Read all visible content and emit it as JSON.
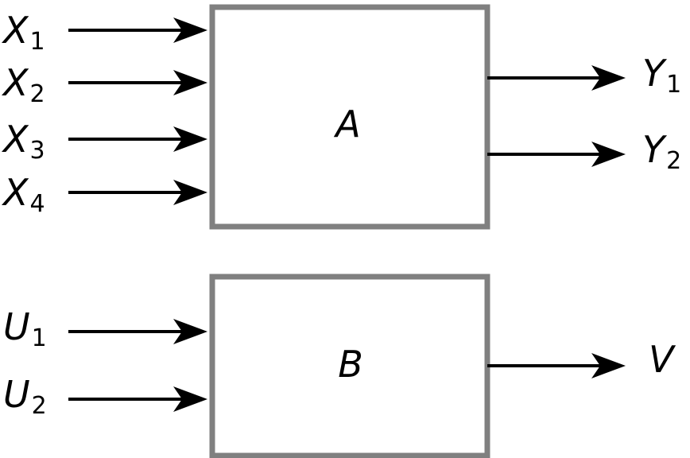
{
  "blocks": {
    "a": {
      "label": "A"
    },
    "b": {
      "label": "B"
    }
  },
  "signals": {
    "x1": {
      "symbol": "X",
      "sub": "1"
    },
    "x2": {
      "symbol": "X",
      "sub": "2"
    },
    "x3": {
      "symbol": "X",
      "sub": "3"
    },
    "x4": {
      "symbol": "X",
      "sub": "4"
    },
    "y1": {
      "symbol": "Y",
      "sub": "1"
    },
    "y2": {
      "symbol": "Y",
      "sub": "2"
    },
    "u1": {
      "symbol": "U",
      "sub": "1"
    },
    "u2": {
      "symbol": "U",
      "sub": "2"
    },
    "v": {
      "symbol": "V"
    }
  },
  "colors": {
    "block_border": "#808080",
    "arrow": "#000000",
    "background": "#ffffff"
  }
}
